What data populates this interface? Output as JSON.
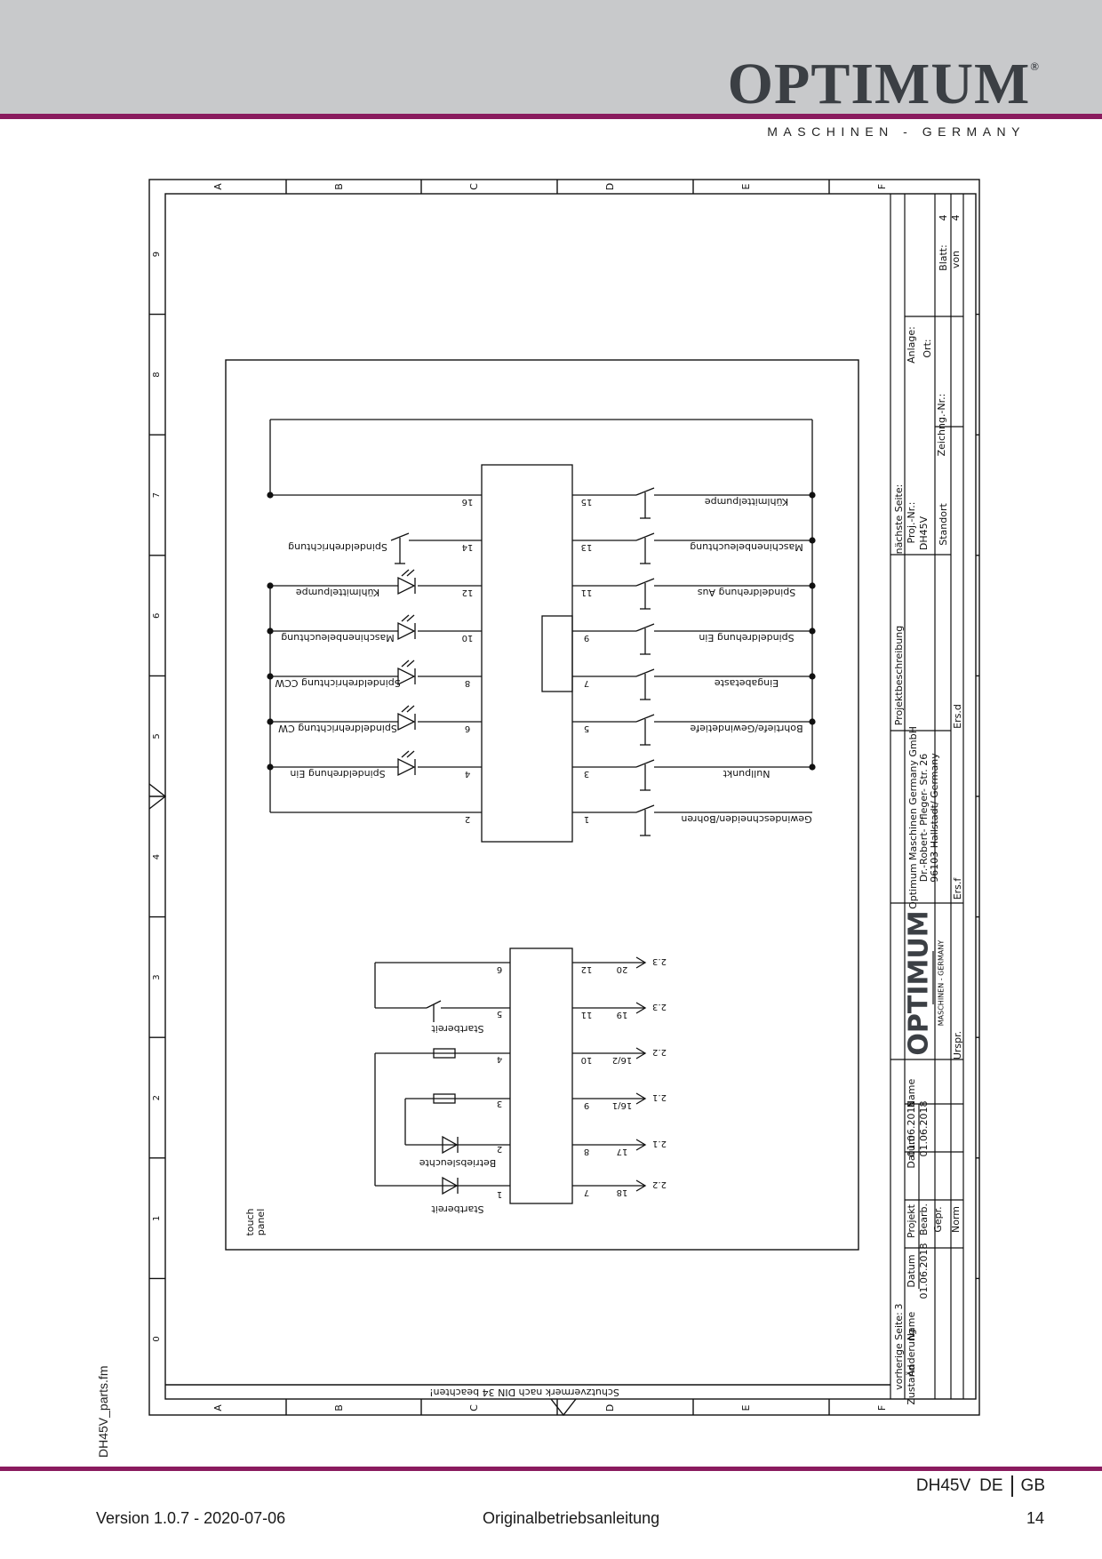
{
  "header": {
    "brand": "OPTIMUM",
    "registered": "®",
    "tagline": "MASCHINEN - GERMANY"
  },
  "side_label": "DH45V_parts.fm",
  "frame": {
    "columns": [
      "A",
      "B",
      "C",
      "D",
      "E",
      "F"
    ],
    "rows": [
      "9",
      "8",
      "7",
      "6",
      "5",
      "4",
      "3",
      "2",
      "1",
      "0"
    ],
    "din_note": "Schutzvermerk nach DIN 34 beachten!"
  },
  "panel_label": [
    "touch",
    "panel"
  ],
  "top_block": {
    "left_labels": [
      {
        "pin": "16",
        "label": ""
      },
      {
        "pin": "14",
        "label": "Spindeldrehrichtung"
      },
      {
        "pin": "12",
        "label": "Kühlmittelpumpe"
      },
      {
        "pin": "10",
        "label": "Maschinenbeleuchtung"
      },
      {
        "pin": "8",
        "label": "Spindeldrehrichtung CCW"
      },
      {
        "pin": "6",
        "label": "Spindeldrehrichtung CW"
      },
      {
        "pin": "4",
        "label": "Spindeldrehung Ein"
      },
      {
        "pin": "2",
        "label": ""
      }
    ],
    "right_labels": [
      {
        "pin": "15",
        "label": "Kühlmittelpumpe"
      },
      {
        "pin": "13",
        "label": "Maschinenbeleuchtung"
      },
      {
        "pin": "11",
        "label": "Spindeldrehung Aus"
      },
      {
        "pin": "9",
        "label": "Spindeldrehung Ein"
      },
      {
        "pin": "7",
        "label": "Eingabetaste"
      },
      {
        "pin": "5",
        "label": "Bohrtiefe/Gewindetiefe"
      },
      {
        "pin": "3",
        "label": "Nullpunkt"
      },
      {
        "pin": "1",
        "label": "Gewindeschneiden/Bohren"
      }
    ]
  },
  "bottom_block": {
    "left_pins": [
      "6",
      "5",
      "4",
      "3",
      "2",
      "1"
    ],
    "left_labels": [
      "",
      "Startbereit",
      "",
      "",
      "Betriebsleuchte",
      "Startbereit"
    ],
    "right_pins": [
      "12",
      "11",
      "10",
      "9",
      "8",
      "7"
    ],
    "terminals": [
      "20",
      "19",
      "16/2",
      "16/1",
      "17",
      "18"
    ],
    "refs": [
      "2.3",
      "2.3",
      "2.2",
      "2.1",
      "2.1",
      "2.2"
    ]
  },
  "title_block": {
    "naechste_seite": "nächste Seite:",
    "projektbeschreibung": "Projektbeschreibung",
    "company": [
      "Optimum Maschinen Germany GmbH",
      "Dr.-Robert- Pfleger- Str. 26",
      "96103 Hallstadt/ Germany"
    ],
    "proj_nr": "Proj.-Nr.:",
    "proj_nr_value": "DH45V",
    "standort": "Standort",
    "anlage": "Anlage:",
    "ort": "Ort:",
    "zeichng_nr": "Zeichng.-Nr.:",
    "blatt": "Blatt:",
    "blatt_value": "4",
    "von": "von",
    "von_value": "4",
    "ersd": "Ers.d",
    "ersf": "Ers.f",
    "urspr": "Urspr.",
    "logo_brand": "OPTIMUM",
    "logo_tagline": "MASCHINEN - GERMANY",
    "datum": "Datum",
    "name": "Name",
    "projekt": "Projekt",
    "bearb": "Bearb.",
    "gepr": "Gepr.",
    "norm": "Norm",
    "date": "01.06.2018",
    "zustand": "Zustand",
    "aenderung": "Änderung",
    "vorherige_seite": "vorherige Seite:",
    "vorherige_value": "3"
  },
  "footer": {
    "model": "DH45V",
    "lang1": "DE",
    "lang2": "GB",
    "version": "Version 1.0.7 - 2020-07-06",
    "document": "Originalbetriebsanleitung",
    "page": "14"
  }
}
